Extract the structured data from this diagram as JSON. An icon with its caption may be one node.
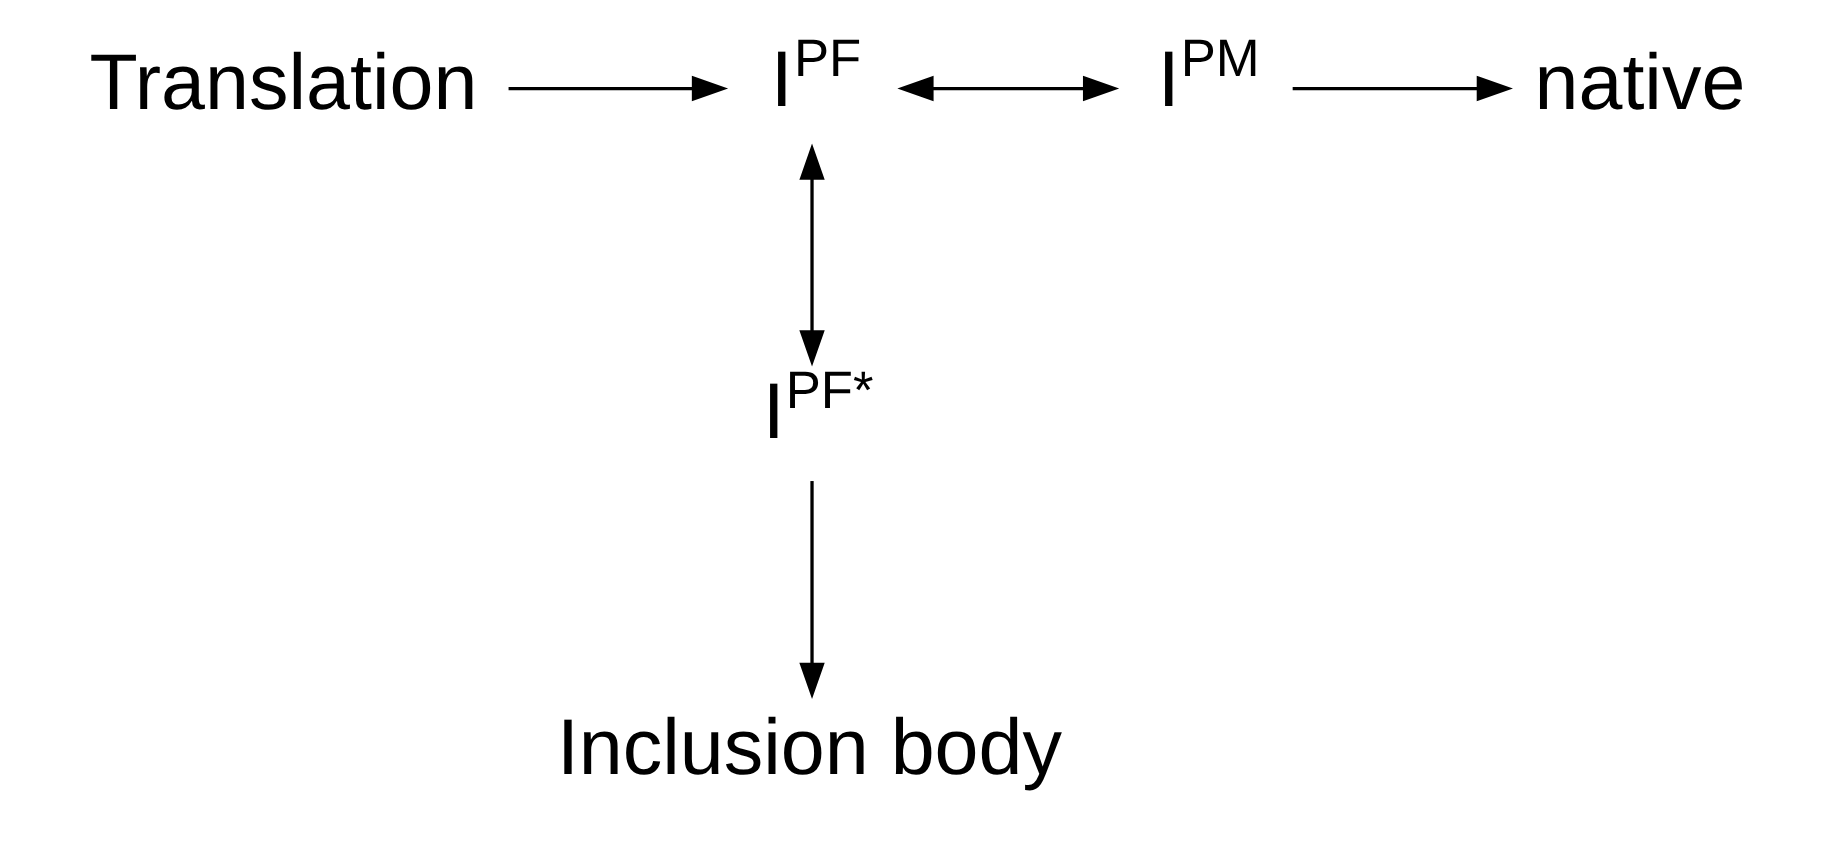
{
  "diagram": {
    "nodes": [
      {
        "text": [
          "Translation"
        ]
      },
      {
        "text": [
          "I$^{PF}$"
        ]
      },
      {
        "text": [
          "I$^{PM}$"
        ]
      },
      {
        "text": [
          "native"
        ]
      },
      {
        "text": [
          "I$^{PF*}$"
        ]
      },
      {
        "text": [
          "Inclusion body"
        ]
      }
    ],
    "edges": [
      {
        "from": 0,
        "to": 1,
        "arrow": "to"
      },
      {
        "from": 1,
        "to": 2,
        "arrow": "both"
      },
      {
        "from": 2,
        "to": 3,
        "arrow": "to"
      },
      {
        "from": 1,
        "to": 4,
        "arrow": "both"
      },
      {
        "from": 4,
        "to": 5,
        "arrow": "to"
      }
    ]
  }
}
